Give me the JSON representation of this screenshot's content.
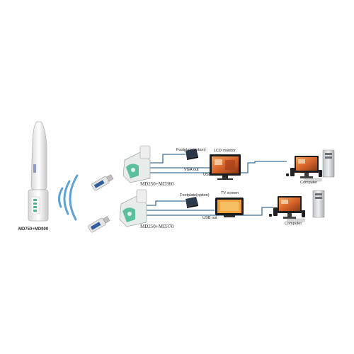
{
  "labels": {
    "camera": "MD750+MD900",
    "top_receiver": "MD250+MD360",
    "bottom_receiver": "MD250+MD370",
    "top_footplate": "Footplate(option)",
    "top_monitor": "LCD monitor",
    "top_vga": "VGA out",
    "top_usb": "USB",
    "top_computer": "Computer",
    "bottom_footplate": "Footplate(option)",
    "bottom_tv": "TV screen",
    "bottom_usb": "USB out",
    "bottom_computer": "Computer"
  },
  "colors": {
    "line": "#3d6f9b",
    "signal": "#5fa3d2",
    "device_green": "#3fb78f",
    "screen_orange": "#d9652a"
  }
}
